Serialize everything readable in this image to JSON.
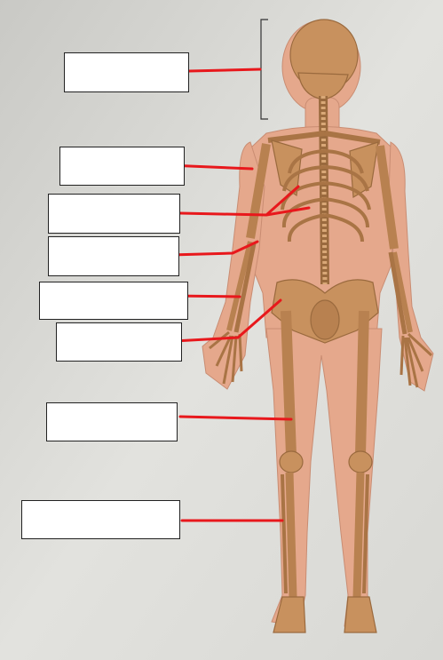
{
  "colors": {
    "page_background": "#dcdcd8",
    "skin": "#e5a88c",
    "bone": "#c8915e",
    "bone_shadow": "#9a6a3e",
    "leader_line": "#e8181c",
    "box_fill": "#ffffff"
  },
  "diagram": {
    "subject": "human-skeleton",
    "labels": [
      {
        "id": "box-1",
        "text": ""
      },
      {
        "id": "box-2",
        "text": ""
      },
      {
        "id": "box-3",
        "text": ""
      },
      {
        "id": "box-4",
        "text": ""
      },
      {
        "id": "box-5",
        "text": ""
      },
      {
        "id": "box-6",
        "text": ""
      },
      {
        "id": "box-7",
        "text": ""
      },
      {
        "id": "box-8",
        "text": ""
      }
    ]
  }
}
